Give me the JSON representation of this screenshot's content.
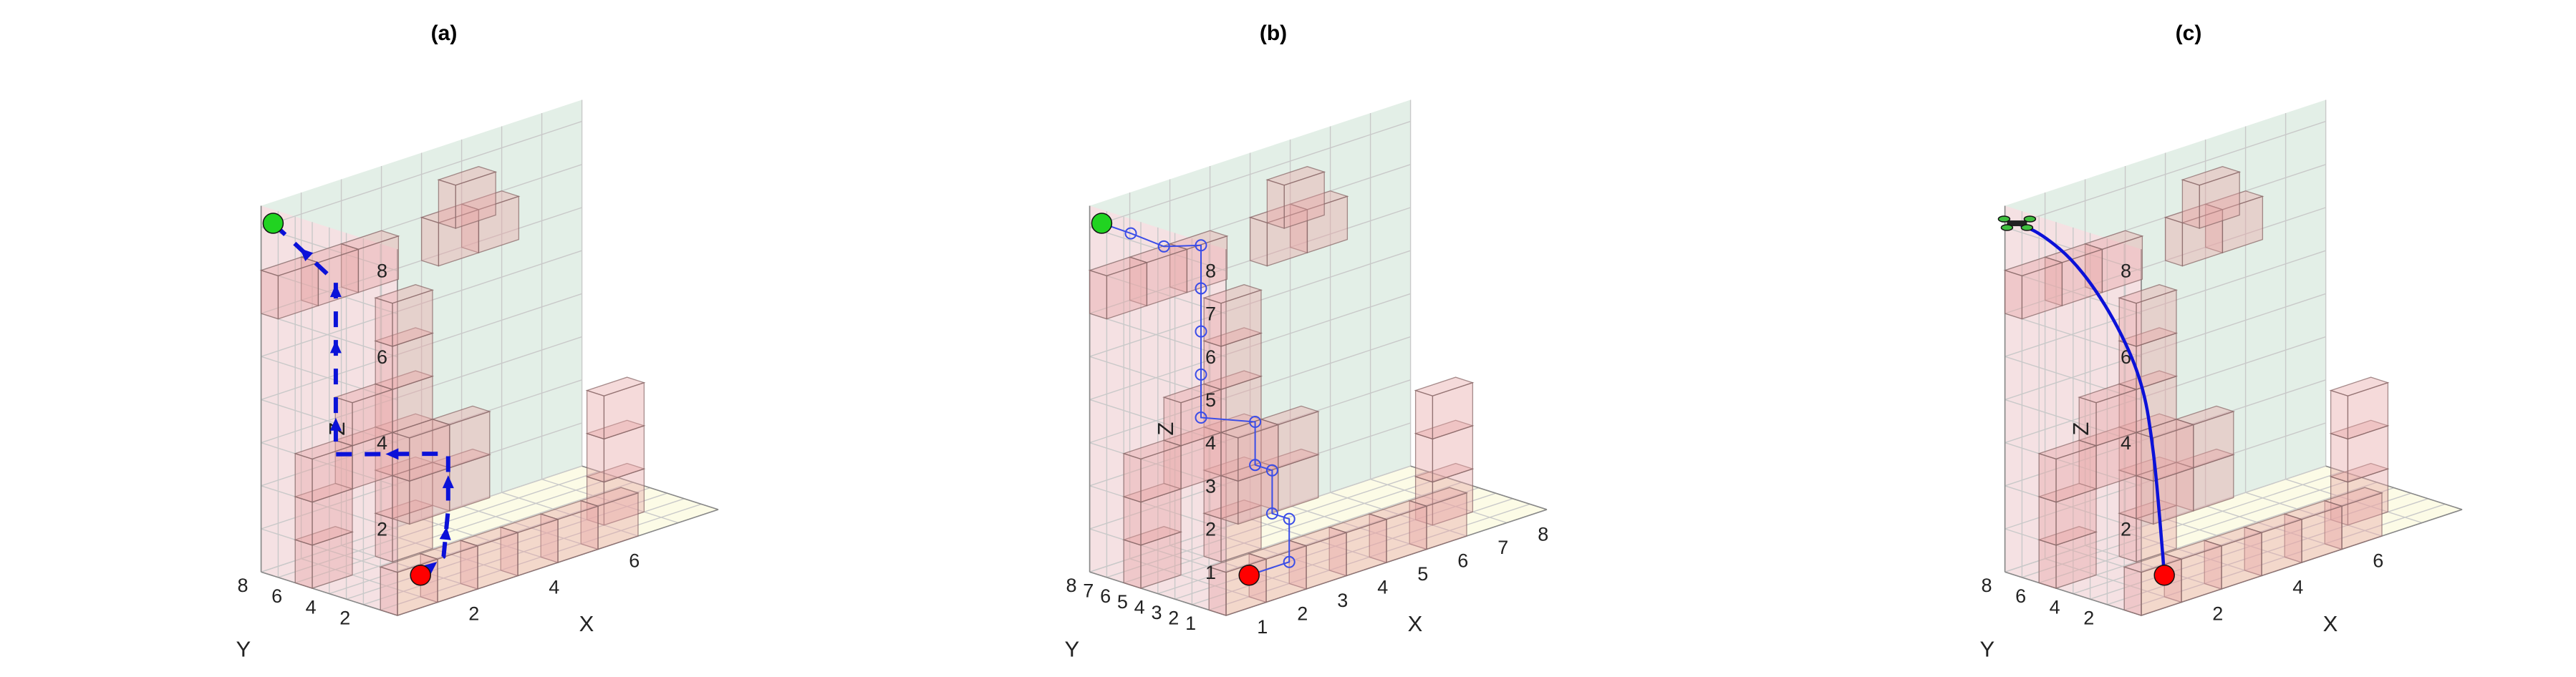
{
  "chart_data": [
    {
      "type": "3d-path",
      "title": "(a)",
      "xlabel": "X",
      "ylabel": "Y",
      "zlabel": "Z",
      "xticks": [
        "2",
        "4",
        "6"
      ],
      "yticks": [
        "2",
        "4",
        "6",
        "8"
      ],
      "zticks": [
        "2",
        "4",
        "6",
        "8"
      ],
      "xlim": [
        0,
        8
      ],
      "ylim": [
        0,
        8
      ],
      "zlim": [
        0,
        8.5
      ],
      "colors": {
        "back_wall": "#f5e1e3",
        "side_wall": "#e3efe7",
        "floor": "#fcfbe6",
        "obstacle": "#e8a7a7",
        "path": "#0b11d8",
        "start": "#ff0000",
        "goal": "#21d321"
      },
      "start": [
        1,
        1,
        0.5
      ],
      "goal": [
        0.3,
        8,
        8
      ],
      "path_style": "dashed-arrows",
      "path": [
        [
          1,
          1,
          0.5
        ],
        [
          2,
          2,
          0.5
        ],
        [
          2.2,
          2.2,
          1.5
        ],
        [
          2.2,
          2.2,
          2.8
        ],
        [
          0.8,
          5.5,
          2.8
        ],
        [
          0.8,
          5.5,
          4.2
        ],
        [
          0.8,
          5.5,
          6.4
        ],
        [
          0.8,
          5.5,
          6.8
        ],
        [
          0.3,
          8,
          8
        ]
      ]
    },
    {
      "type": "3d-path",
      "title": "(b)",
      "xlabel": "X",
      "ylabel": "Y",
      "zlabel": "Z",
      "xticks": [
        "1",
        "2",
        "3",
        "4",
        "5",
        "6",
        "7",
        "8"
      ],
      "yticks": [
        "1",
        "2",
        "3",
        "4",
        "5",
        "6",
        "7",
        "8"
      ],
      "zticks": [
        "1",
        "2",
        "3",
        "4",
        "5",
        "6",
        "7",
        "8"
      ],
      "xlim": [
        0,
        8
      ],
      "ylim": [
        0,
        8
      ],
      "zlim": [
        0,
        8.5
      ],
      "colors": {
        "back_wall": "#f5e1e3",
        "side_wall": "#e3efe7",
        "floor": "#fcfbe6",
        "obstacle": "#e8a7a7",
        "path": "#3a4de8",
        "start": "#ff0000",
        "goal": "#21d321"
      },
      "start": [
        1,
        1,
        0.5
      ],
      "goal": [
        0.3,
        8,
        8
      ],
      "path_style": "circle-markers",
      "path": [
        [
          1,
          1,
          0.5
        ],
        [
          2,
          1,
          0.5
        ],
        [
          2,
          1,
          1.5
        ],
        [
          2,
          2,
          1.5
        ],
        [
          2,
          2,
          2.5
        ],
        [
          2,
          3,
          2.5
        ],
        [
          2,
          3,
          3.5
        ],
        [
          1.5,
          5,
          3.5
        ],
        [
          1.5,
          5,
          4.5
        ],
        [
          1.5,
          5,
          5.5
        ],
        [
          1.5,
          5,
          6.5
        ],
        [
          1.5,
          5,
          7.5
        ],
        [
          1,
          6,
          7.5
        ],
        [
          0.6,
          7,
          7.8
        ],
        [
          0.3,
          8,
          8
        ]
      ]
    },
    {
      "type": "3d-path",
      "title": "(c)",
      "xlabel": "X",
      "ylabel": "Y",
      "zlabel": "Z",
      "xticks": [
        "2",
        "4",
        "6"
      ],
      "yticks": [
        "2",
        "4",
        "6",
        "8"
      ],
      "zticks": [
        "2",
        "4",
        "6",
        "8"
      ],
      "xlim": [
        0,
        8
      ],
      "ylim": [
        0,
        8
      ],
      "zlim": [
        0,
        8.5
      ],
      "colors": {
        "back_wall": "#f5e1e3",
        "side_wall": "#e3efe7",
        "floor": "#fcfbe6",
        "obstacle": "#e8a7a7",
        "path": "#0b11d8",
        "start": "#ff0000",
        "goal": "#21d321"
      },
      "start": [
        1,
        1,
        0.5
      ],
      "goal": [
        0.3,
        8,
        8
      ],
      "path_style": "smooth-curve",
      "end_marker": "drone-icon",
      "path": [
        [
          1,
          1,
          0.5
        ],
        [
          1.4,
          2.2,
          1.5
        ],
        [
          1.8,
          3.5,
          2.8
        ],
        [
          2.0,
          4.6,
          4.2
        ],
        [
          1.8,
          5.8,
          5.6
        ],
        [
          1.3,
          6.8,
          6.9
        ],
        [
          0.7,
          7.5,
          7.7
        ],
        [
          0.3,
          8,
          8
        ]
      ]
    }
  ]
}
